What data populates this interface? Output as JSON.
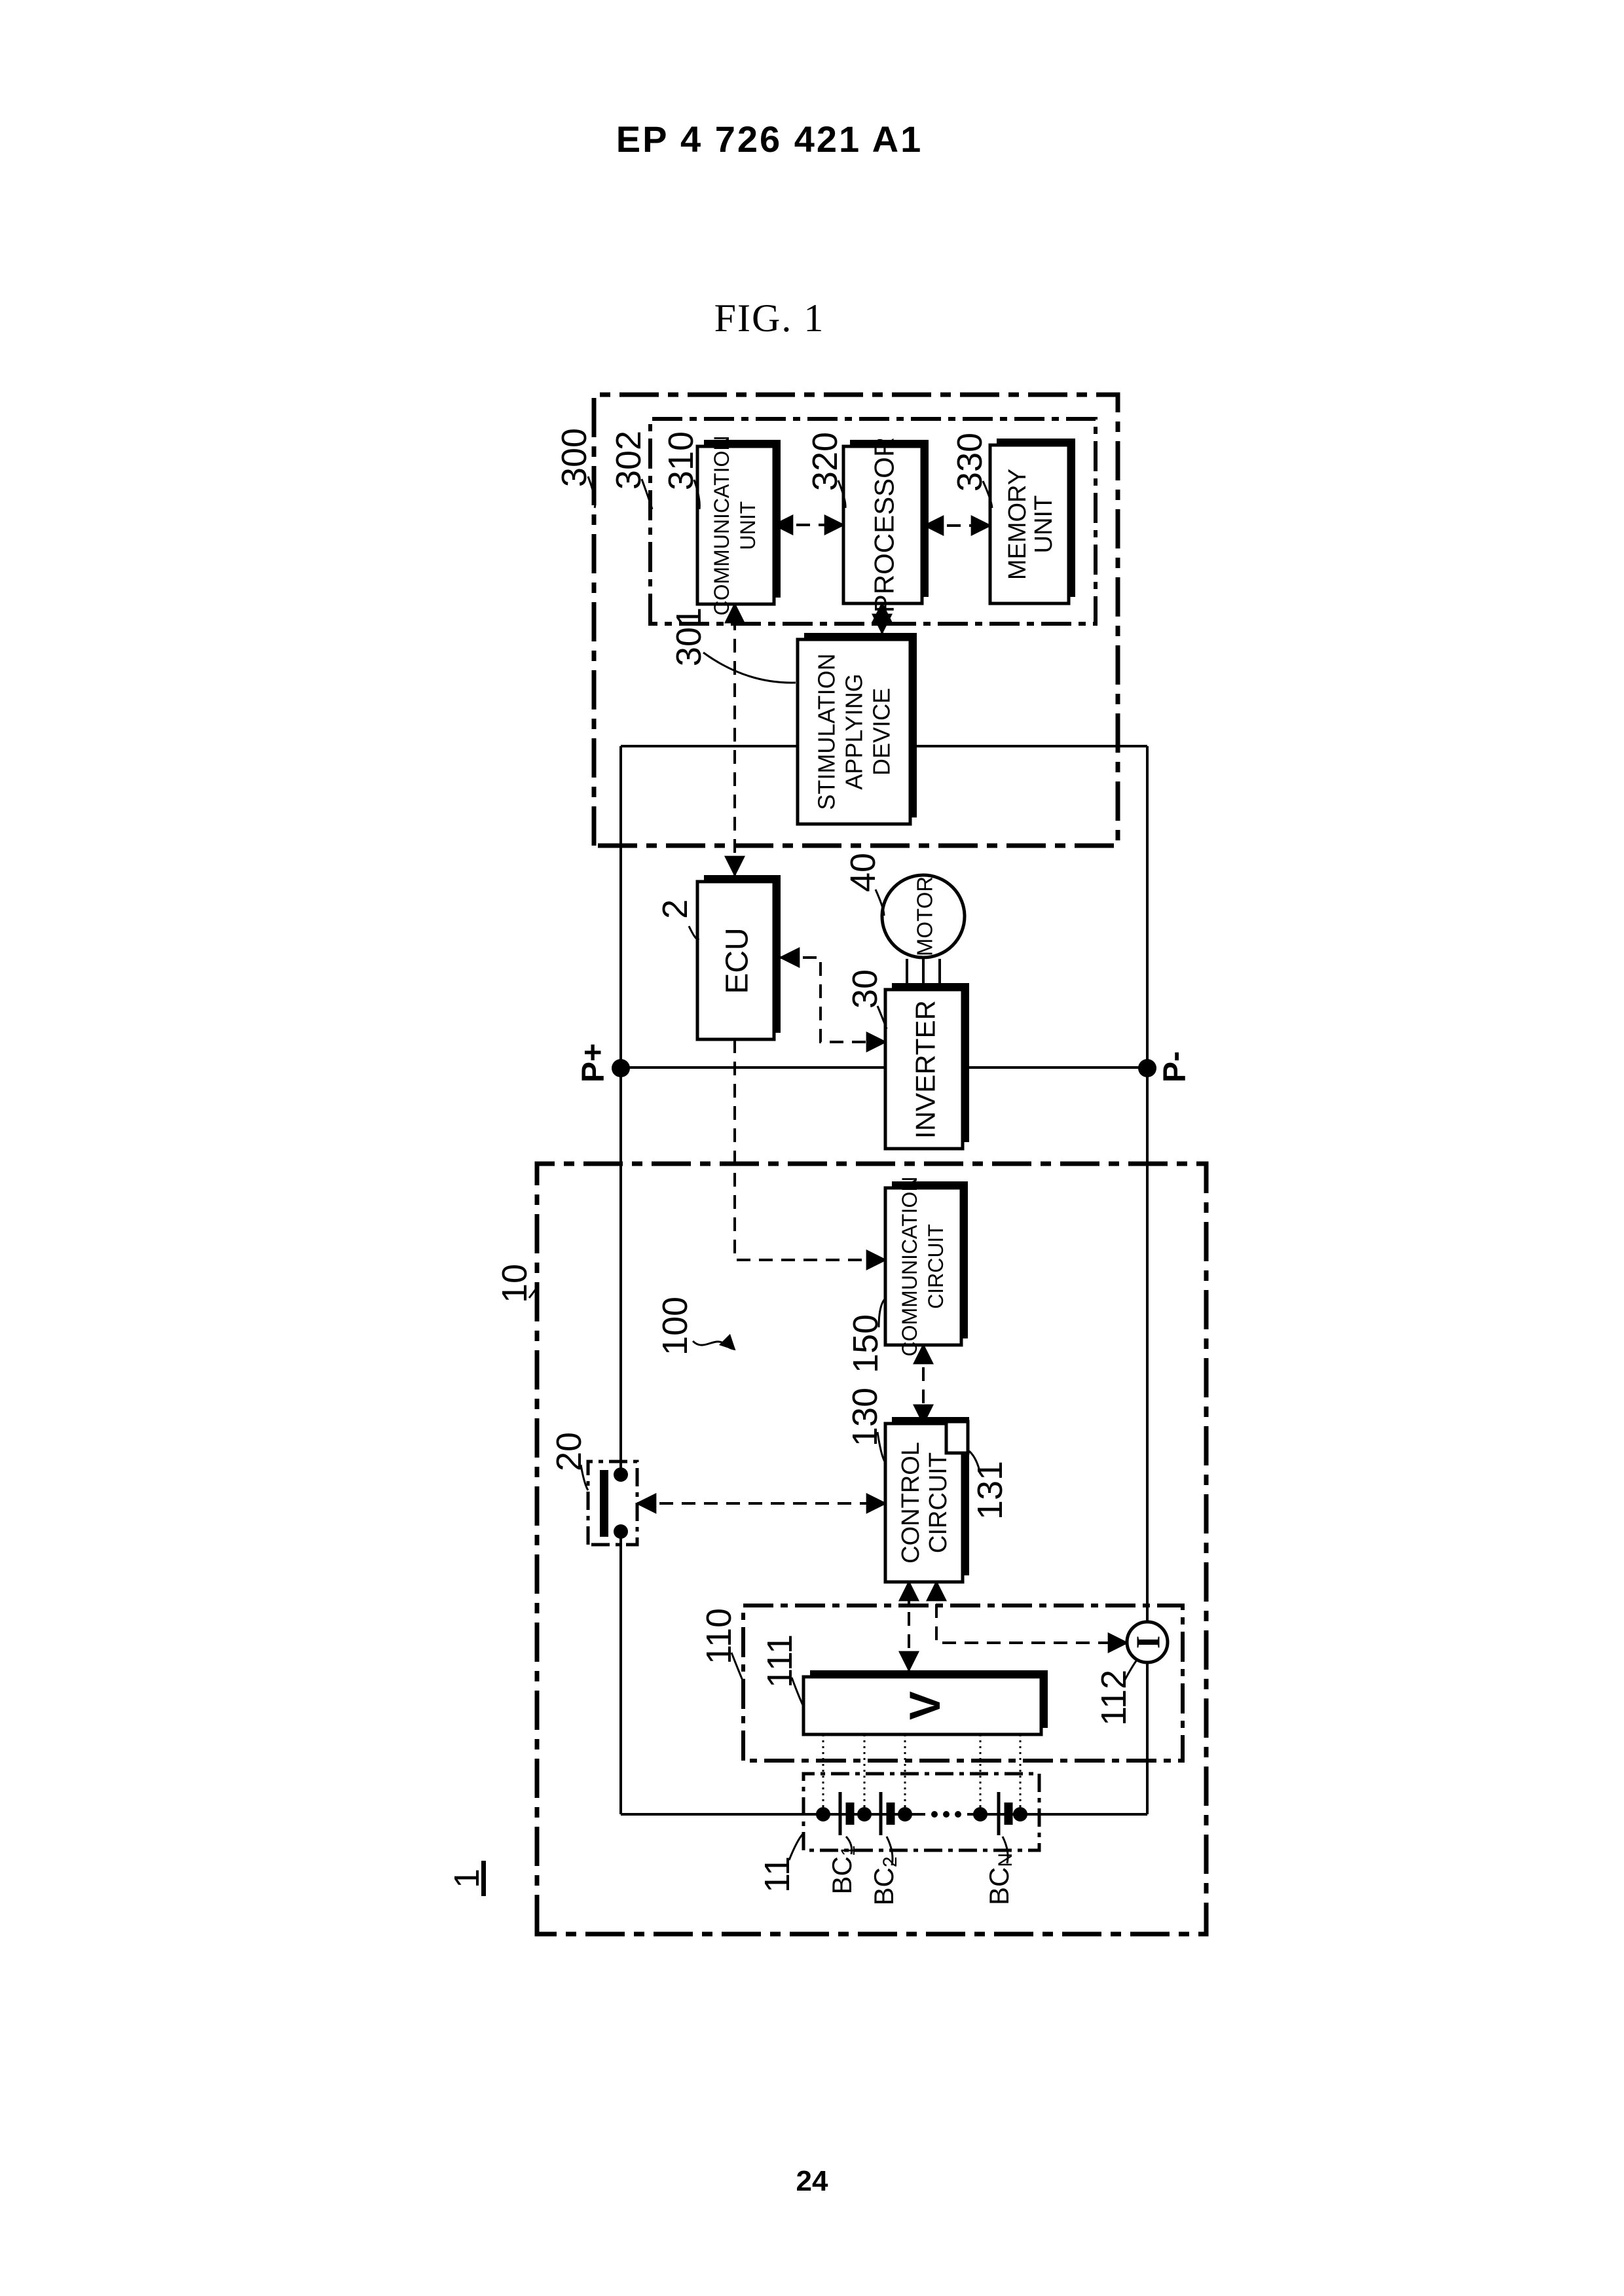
{
  "page": {
    "header": "EP 4 726 421 A1",
    "figure_label": "FIG. 1",
    "page_number": "24"
  },
  "colors": {
    "ink": "#000000",
    "paper": "#ffffff"
  },
  "blocks": {
    "comm_unit": {
      "ref": "310",
      "lines": [
        "COMMUNICATION",
        "UNIT"
      ]
    },
    "processor": {
      "ref": "320",
      "lines": [
        "PROCESSOR"
      ]
    },
    "memory": {
      "ref": "330",
      "lines": [
        "MEMORY",
        "UNIT"
      ]
    },
    "stim": {
      "ref": "301",
      "lines": [
        "STIMULATION",
        "APPLYING",
        "DEVICE"
      ]
    },
    "ecu": {
      "ref": "2",
      "lines": [
        "ECU"
      ]
    },
    "motor": {
      "ref": "40",
      "lines": [
        "MOTOR"
      ]
    },
    "inverter": {
      "ref": "30",
      "lines": [
        "INVERTER"
      ]
    },
    "comm_circuit": {
      "ref": "150",
      "lines": [
        "COMMUNICATION",
        "CIRCUIT"
      ]
    },
    "control_circuit": {
      "ref": "130",
      "lines": [
        "CONTROL",
        "CIRCUIT"
      ]
    },
    "voltmeter": {
      "ref": "111",
      "symbol": "V"
    },
    "ammeter": {
      "ref": "112",
      "symbol": "I"
    }
  },
  "refs": {
    "system": "1",
    "pack": "10",
    "bms": "100",
    "server": "300",
    "server_inner": "302",
    "connector": "20",
    "sensing": "110",
    "cells": "11",
    "sub_block": "131",
    "p_plus": "P+",
    "p_minus": "P-"
  },
  "cells": [
    {
      "base": "BC",
      "sub": "1"
    },
    {
      "base": "BC",
      "sub": "2"
    },
    {
      "base": "BC",
      "sub": "N"
    }
  ]
}
